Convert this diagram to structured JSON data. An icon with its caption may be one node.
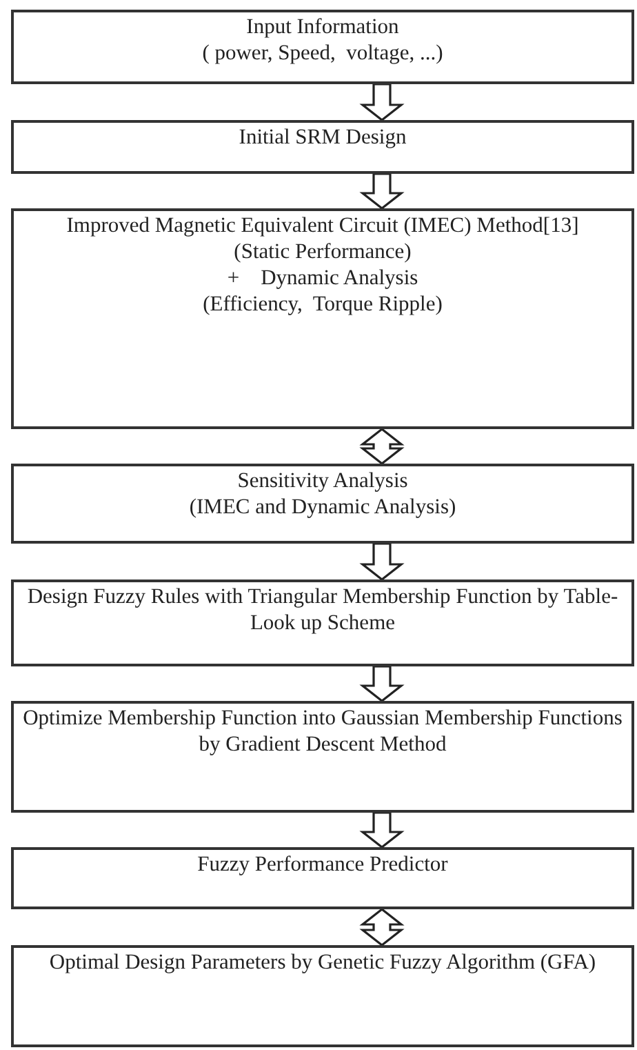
{
  "diagram": {
    "nodes": [
      {
        "text": [
          "Input Information",
          "( power, Speed,  voltage, ...)"
        ]
      },
      {
        "text": [
          "Initial SRM Design"
        ]
      },
      {
        "text": [
          "Improved Magnetic Equivalent Circuit (IMEC) Method[13]",
          "(Static Performance)",
          "+    Dynamic Analysis",
          "(Efficiency,  Torque Ripple)"
        ]
      },
      {
        "text": [
          "Sensitivity Analysis",
          "(IMEC and Dynamic Analysis)"
        ]
      },
      {
        "text": [
          "Design Fuzzy Rules with Triangular Membership Function by Table-Look up Scheme"
        ]
      },
      {
        "text": [
          "Optimize Membership Function into Gaussian Membership Functions by Gradient Descent Method"
        ]
      },
      {
        "text": [
          "Fuzzy Performance Predictor"
        ]
      },
      {
        "text": [
          "Optimal Design Parameters by Genetic Fuzzy Algorithm (GFA)"
        ]
      }
    ],
    "edges": [
      {
        "from": 0,
        "to": 1,
        "arrow": "to"
      },
      {
        "from": 1,
        "to": 2,
        "arrow": "to"
      },
      {
        "from": 2,
        "to": 3,
        "arrow": "both"
      },
      {
        "from": 3,
        "to": 4,
        "arrow": "to"
      },
      {
        "from": 4,
        "to": 5,
        "arrow": "to"
      },
      {
        "from": 5,
        "to": 6,
        "arrow": "to"
      },
      {
        "from": 6,
        "to": 7,
        "arrow": "both"
      }
    ]
  }
}
